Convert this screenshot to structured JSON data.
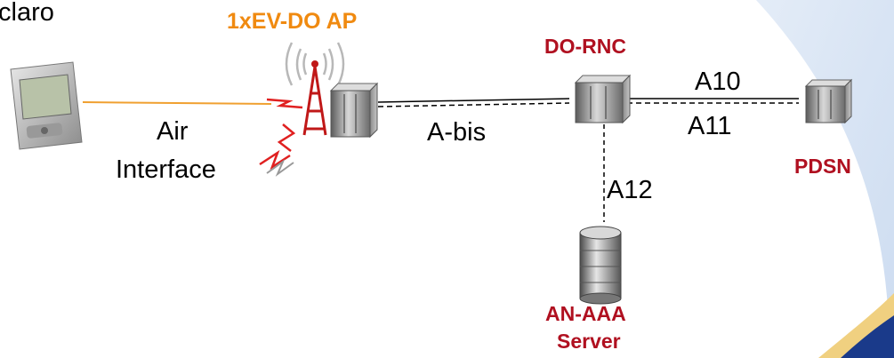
{
  "header": {
    "partial_text": "claro"
  },
  "nodes": {
    "access_point": {
      "label": "1xEV-DO AP"
    },
    "rnc": {
      "label": "DO-RNC"
    },
    "pdsn": {
      "label": "PDSN"
    },
    "aaa": {
      "label_line1": "AN-AAA",
      "label_line2": "Server"
    }
  },
  "links": {
    "air": {
      "line1": "Air",
      "line2": "Interface"
    },
    "abis": {
      "label": "A-bis"
    },
    "a10": {
      "label": "A10"
    },
    "a11": {
      "label": "A11"
    },
    "a12": {
      "label": "A12"
    }
  },
  "colors": {
    "node_label": "#b01020",
    "ap_label": "#f08a10",
    "air_link": "#f0a030",
    "lightning": "#e02020",
    "accent_swoosh": "#1a3a8a"
  }
}
